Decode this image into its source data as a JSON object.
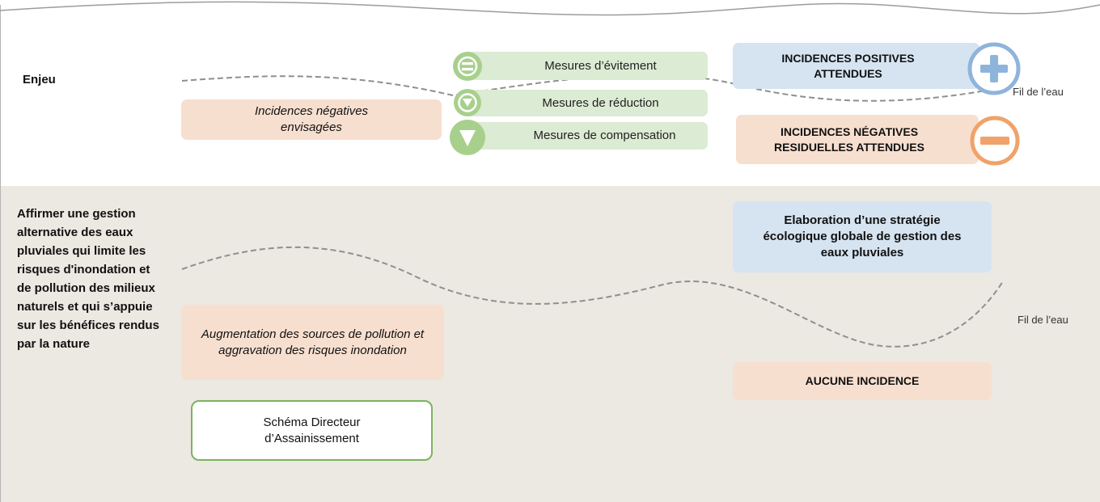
{
  "header": {
    "enjeu_label": "Enjeu",
    "incidences_negatives": "Incidences négatives envisagées",
    "mesures": [
      {
        "label": "Mesures d’évitement",
        "icon": "equals-icon"
      },
      {
        "label": "Mesures de réduction",
        "icon": "small-down-triangle-icon"
      },
      {
        "label": "Mesures de compensation",
        "icon": "down-triangle-icon"
      }
    ],
    "positives": "INCIDENCES POSITIVES ATTENDUES",
    "residuelles": "INCIDENCES NÉGATIVES RESIDUELLES ATTENDUES",
    "fil_de_leau": "Fil de l’eau"
  },
  "row": {
    "enjeu_text": "Affirmer une gestion alternative des eaux pluviales qui limite les risques d'inondation et de pollution des milieux naturels et qui s’appuie sur les bénéfices rendus par la nature",
    "incidences_negatives": "Augmentation des sources de pollution et aggravation des risques inondation",
    "plan": "Schéma Directeur d’Assainissement",
    "positive": "Elaboration d’une stratégie écologique globale de gestion des eaux pluviales",
    "residuelle": "AUCUNE INCIDENCE",
    "fil_de_leau": "Fil de l’eau"
  },
  "colors": {
    "pink": "#f7dfcf",
    "green": "#dcebd3",
    "blue": "#d6e4f1",
    "plus_circle": "#8fb4dc",
    "minus_circle": "#f0a26a",
    "measure_icon": "#a8d08d",
    "row_background": "#ece8e2",
    "plan_border": "#7bb45e"
  }
}
